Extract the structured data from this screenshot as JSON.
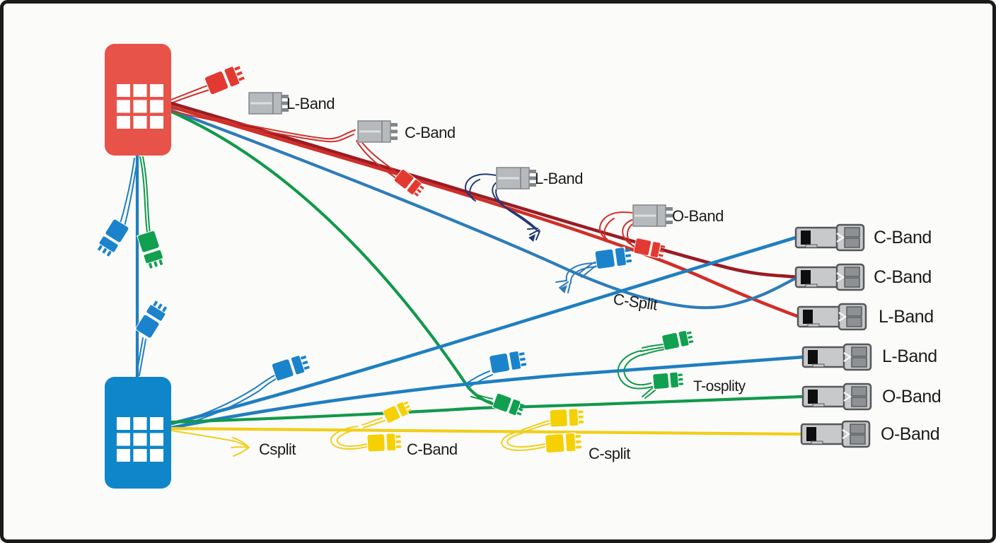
{
  "figure": {
    "type": "fiber-cabling-diagram",
    "background": "#fbfbfa",
    "border_color": "#1a1a1a"
  },
  "devices": {
    "red_switch": {
      "name": "red-patch-panel",
      "color": "#e85349"
    },
    "blue_switch": {
      "name": "blue-patch-panel",
      "color": "#0f86c9"
    }
  },
  "inline_connector_labels": {
    "l_band_top": "L-Band",
    "c_band_top": "C-Band",
    "l_band_mid": "L-Band",
    "o_band_mid": "O-Band"
  },
  "split_labels": {
    "c_split_upper": "C-Split",
    "t_osplity": "T-osplity",
    "csplit_lower_left": "Csplit",
    "c_band_lower": "C-Band",
    "c_split_lower": "C-split"
  },
  "ports": [
    {
      "text": "C-Band",
      "cable": "blue"
    },
    {
      "text": "C-Band",
      "cable": "blue-darkred-twist"
    },
    {
      "text": "L-Band",
      "cable": "red"
    },
    {
      "text": "L-Band",
      "cable": "blue"
    },
    {
      "text": "O-Band",
      "cable": "green"
    },
    {
      "text": "O-Band",
      "cable": "yellow"
    }
  ],
  "colors": {
    "bg": "#fbfbfa",
    "border": "#1a1a1a",
    "ink": "#1c1c1c",
    "dev-red": "#e85349",
    "dev-blue": "#0f86c9",
    "red": "#d02f28",
    "darkred": "#9a1c23",
    "blue": "#1f7fc0",
    "blue2": "#2e7cba",
    "navy": "#213a74",
    "green": "#12994a",
    "yellow": "#f0cf1b",
    "conn-red": "#e23a31",
    "conn-blue": "#1b83cb",
    "conn-green": "#10a04f",
    "conn-yellow": "#f5d005",
    "gc-fill": "#b7babd",
    "gc-edge": "#83868a",
    "sfp-fill": "#c7c9cb",
    "sfp-edge": "#55575a",
    "sfp-cell": "#8e9194"
  }
}
